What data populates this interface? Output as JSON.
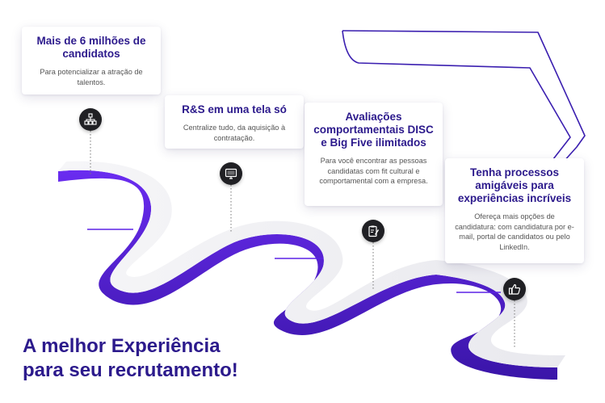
{
  "cards": [
    {
      "title": "Mais de 6 milhões de candidatos",
      "description": "Para potencializar a atração de talentos.",
      "icon": "users-network-icon"
    },
    {
      "title": "R&S em uma tela só",
      "description": "Centralize tudo, da aquisição à contratação.",
      "icon": "monitor-icon"
    },
    {
      "title": "Avaliações comportamentais DISC e Big Five ilimitados",
      "description": "Para você encontrar as pessoas candidatas com fit cultural e comportamental  com a empresa.",
      "icon": "clipboard-pen-icon"
    },
    {
      "title": "Tenha processos amigáveis para experiências incríveis",
      "description": "Ofereça mais opções de candidatura: com candidatura por e-mail, portal de candidatos ou pelo LinkedIn.",
      "icon": "thumbs-up-icon"
    }
  ],
  "headline": {
    "line1": "A melhor Experiência",
    "line2": "para seu recrutamento!"
  },
  "colors": {
    "brand_dark": "#2c1a8c",
    "road_purple": "#5b22e6",
    "road_purple_dark": "#3a15a8",
    "road_top": "#f1f1f3",
    "marker_bg": "#202024"
  }
}
